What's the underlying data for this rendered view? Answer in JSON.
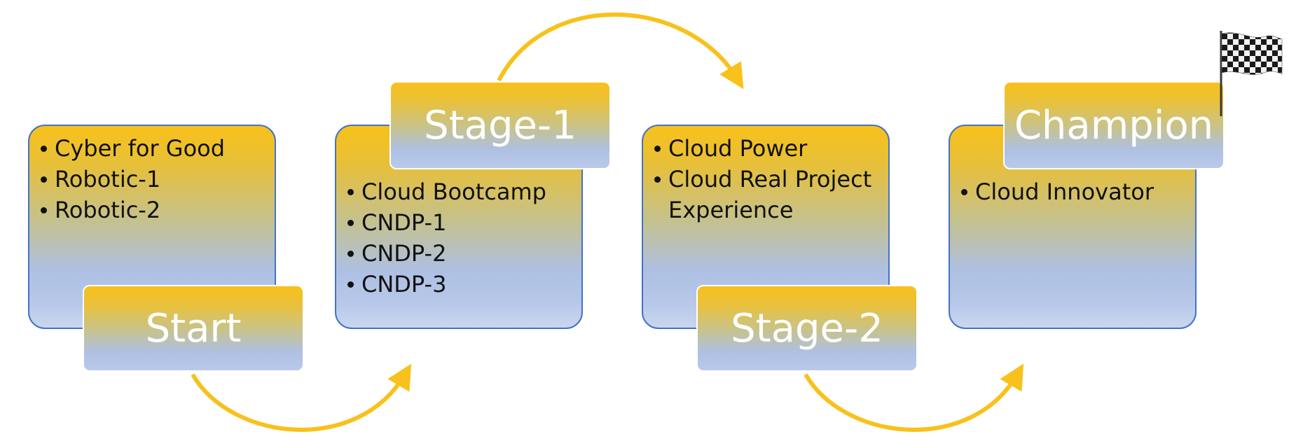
{
  "stages": [
    {
      "title": "Start",
      "items": [
        "Cyber for Good",
        "Robotic-1",
        "Robotic-2"
      ]
    },
    {
      "title": "Stage-1",
      "items": [
        "Cloud Bootcamp",
        "CNDP-1",
        "CNDP-2",
        "CNDP-3"
      ]
    },
    {
      "title": "Stage-2",
      "items": [
        "Cloud Power",
        "Cloud Real Project Experience"
      ]
    },
    {
      "title": "Champion",
      "items": [
        "Cloud Innovator"
      ]
    }
  ],
  "colors": {
    "accent_yellow": "#f8c11b",
    "box_border": "#4472c4",
    "light_blue": "#aec0e3",
    "arrow": "#f8c11b"
  },
  "icons": {
    "finish": "checkered-flag-icon",
    "connector": "curved-arrow-icon"
  }
}
